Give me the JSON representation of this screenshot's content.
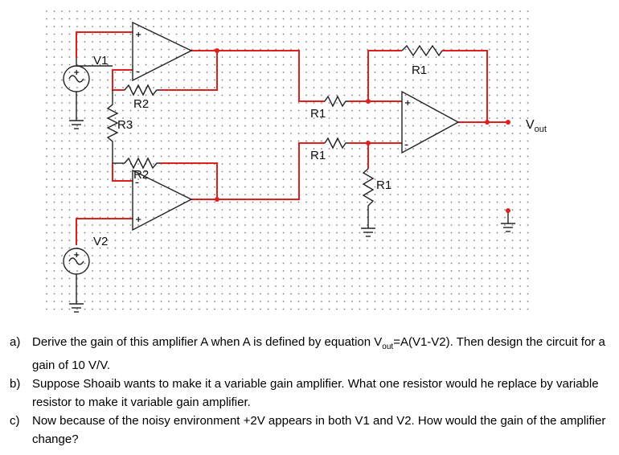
{
  "circuit": {
    "labels": {
      "v1": "V1",
      "v2": "V2",
      "r1_top": "R1",
      "r1_mid_upper": "R1",
      "r1_mid_lower": "R1",
      "r1_ground": "R1",
      "r2_upper": "R2",
      "r2_lower": "R2",
      "r3": "R3",
      "vout_main": "V",
      "vout_sub": "out"
    },
    "wire_color": "#e0201c",
    "component_color": "#222222",
    "grid_dot_color": "#7d7d7d"
  },
  "questions": [
    {
      "letter": "a)",
      "parts": [
        "Derive the gain of this amplifier A when A is defined by equation V",
        "out",
        "=A(V1-V2). Then design the circuit for a gain of 10 V/V."
      ]
    },
    {
      "letter": "b)",
      "text": "Suppose Shoaib wants to make it a variable gain amplifier. What one resistor would he replace by variable resistor to make it variable gain amplifier."
    },
    {
      "letter": "c)",
      "text": "Now because of the noisy environment +2V appears in both V1 and V2. How would the gain of the amplifier change?"
    }
  ]
}
